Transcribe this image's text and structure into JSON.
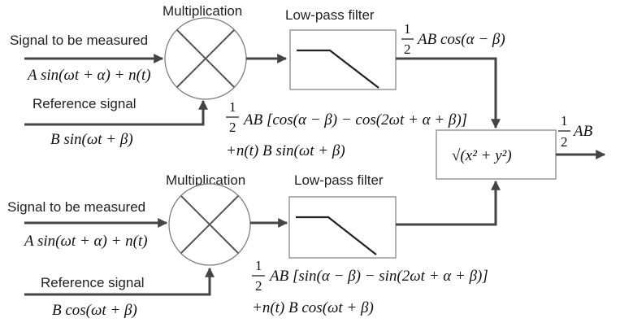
{
  "diagram": {
    "top": {
      "multiplier_title": "Multiplication",
      "filter_title": "Low-pass filter",
      "input_label": "Signal to be measured",
      "input_formula": "A sin(ωt + α) + n(t)",
      "reference_label": "Reference signal",
      "reference_formula": "B sin(ωt + β)",
      "product_line1": "AB [cos(α − β) − cos(2ωt + α + β)]",
      "product_line2": "+n(t) B sin(ωt + β)",
      "filter_output": "AB cos(α − β)"
    },
    "bottom": {
      "multiplier_title": "Multiplication",
      "filter_title": "Low-pass filter",
      "input_label": "Signal to be measured",
      "input_formula": "A sin(ωt + α) + n(t)",
      "reference_label": "Reference signal",
      "reference_formula": "B cos(ωt + β)",
      "product_line1": "AB [sin(α − β) − sin(2ωt + α + β)]",
      "product_line2": "+n(t) B cos(ωt + β)"
    },
    "magnitude_block": "√(x² + y²)",
    "final_output": "AB",
    "half": {
      "numerator": "1",
      "denominator": "2"
    }
  }
}
